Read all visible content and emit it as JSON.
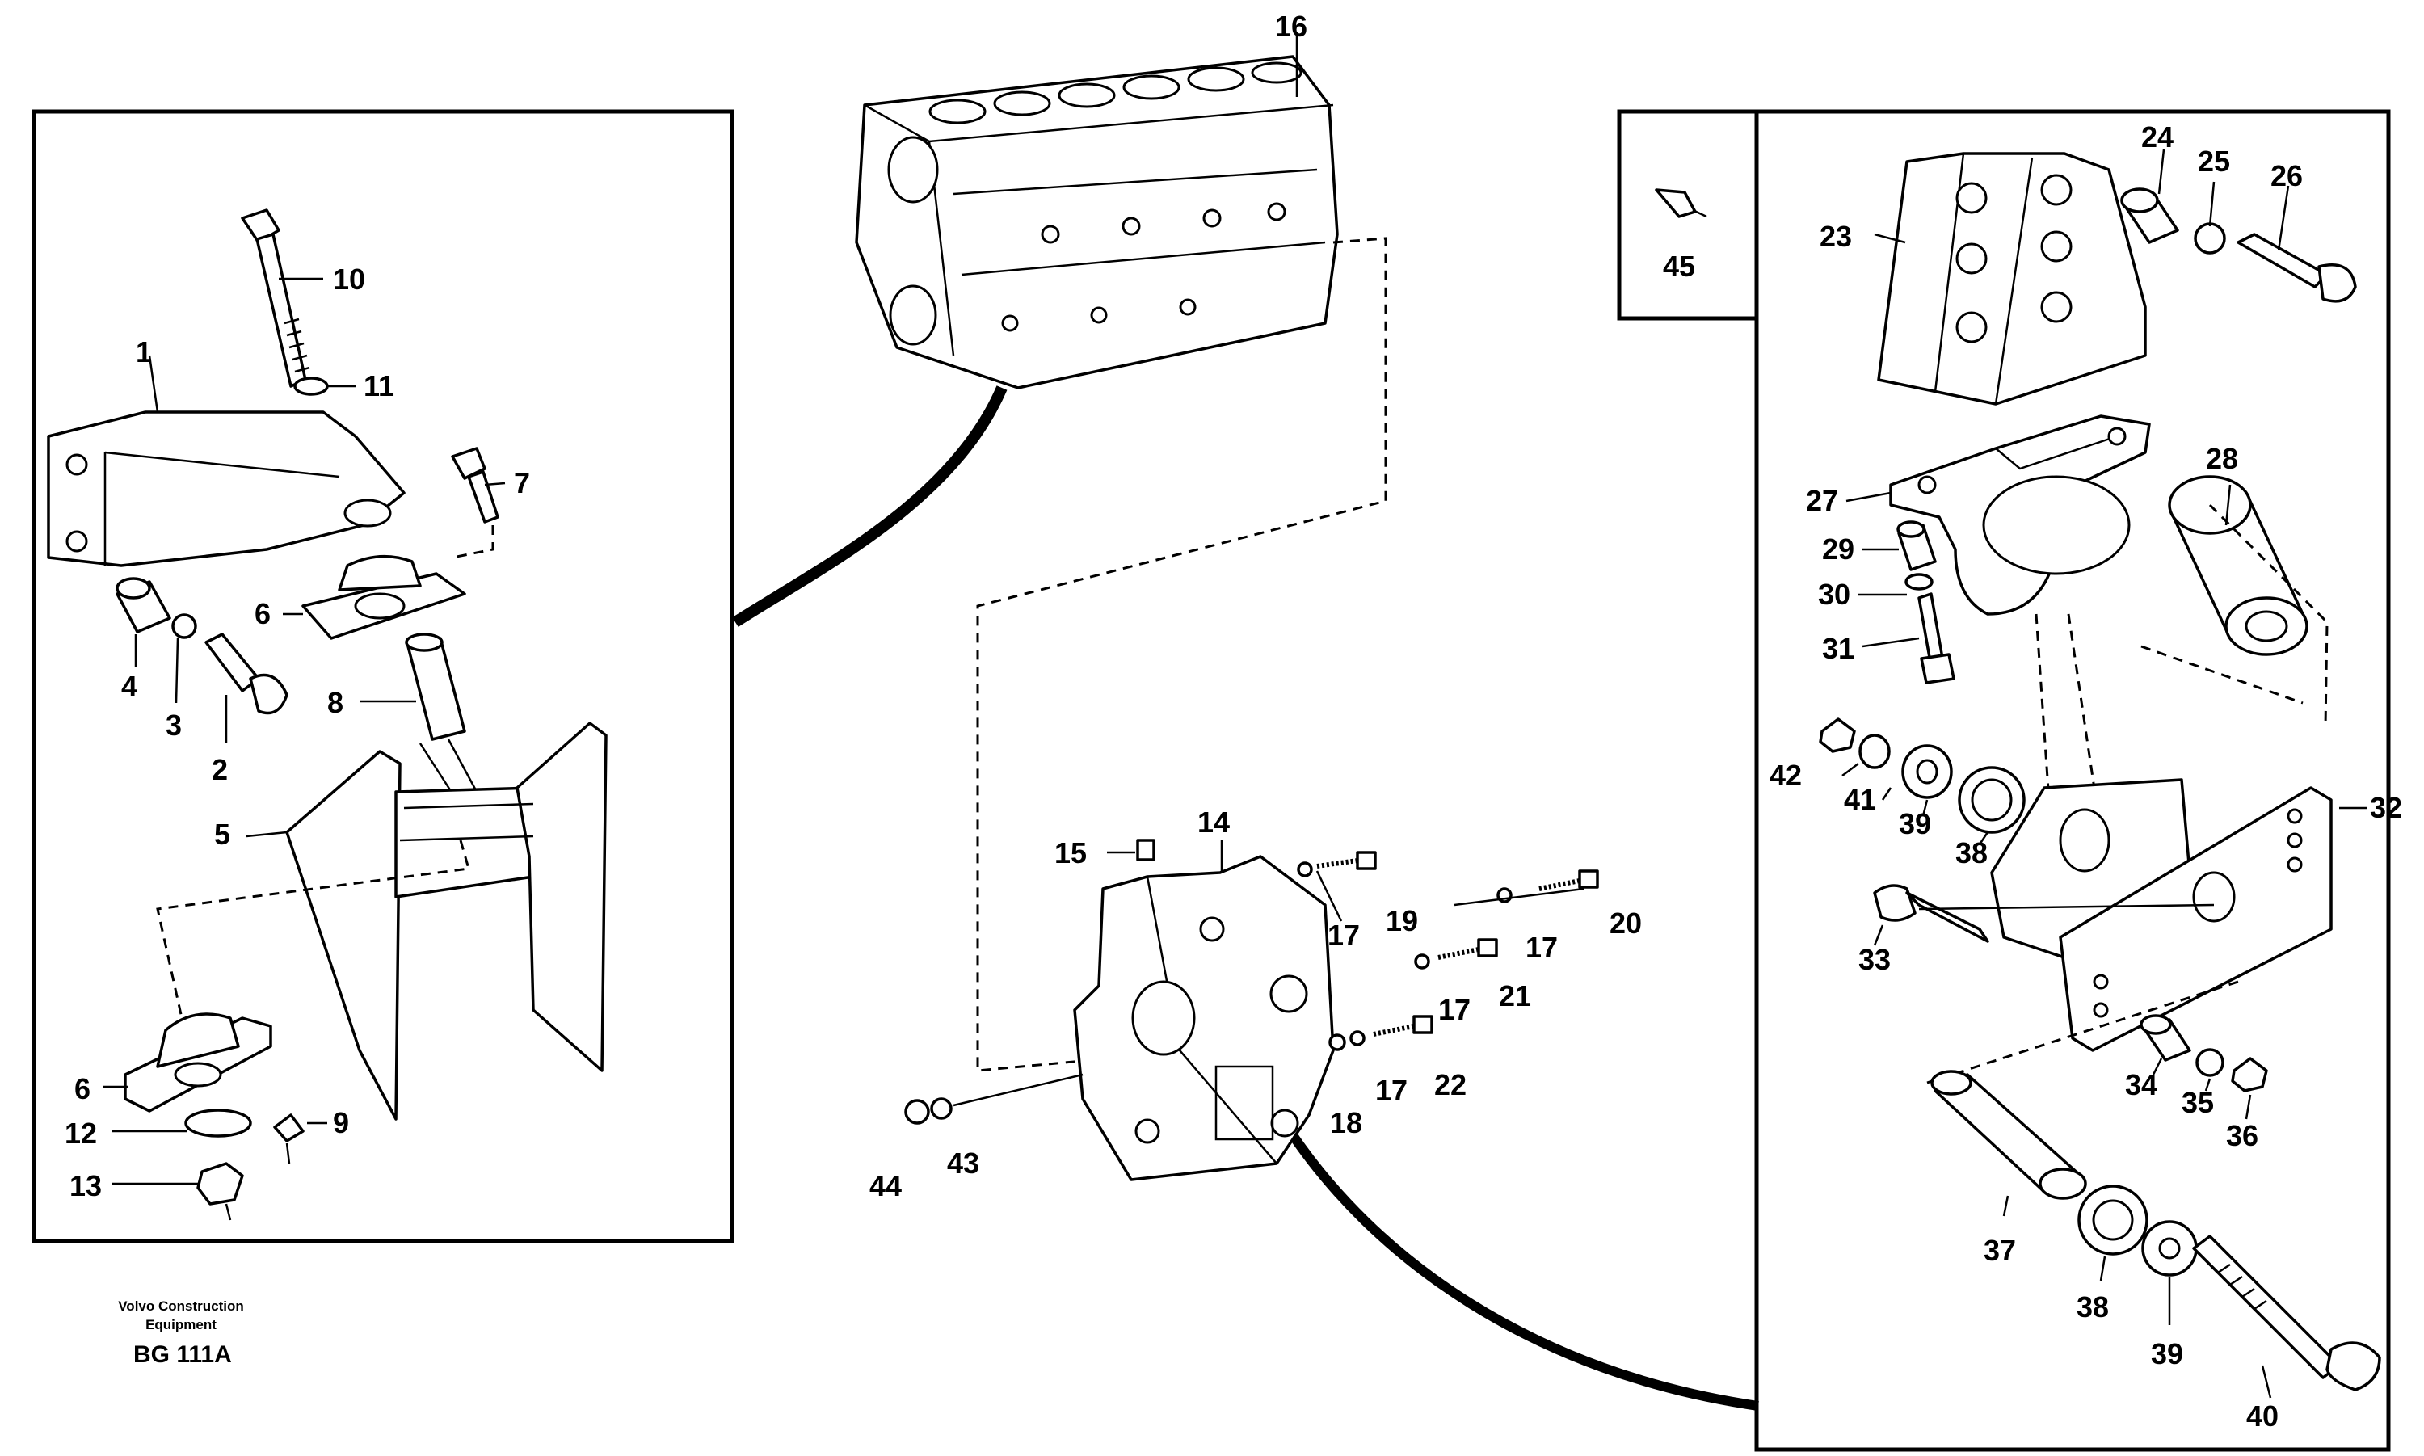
{
  "caption": {
    "company_line1": "Volvo Construction",
    "company_line2": "Equipment",
    "code": "BG 111A"
  },
  "part_numbers": {
    "p1": "1",
    "p2": "2",
    "p3": "3",
    "p4": "4",
    "p5": "5",
    "p6a": "6",
    "p6b": "6",
    "p7": "7",
    "p8": "8",
    "p9": "9",
    "p10": "10",
    "p11": "11",
    "p12": "12",
    "p13": "13",
    "p14": "14",
    "p15": "15",
    "p16": "16",
    "p17a": "17",
    "p17b": "17",
    "p17c": "17",
    "p17d": "17",
    "p18": "18",
    "p19": "19",
    "p20": "20",
    "p21": "21",
    "p22": "22",
    "p23": "23",
    "p24": "24",
    "p25": "25",
    "p26": "26",
    "p27": "27",
    "p28": "28",
    "p29": "29",
    "p30": "30",
    "p31": "31",
    "p32": "32",
    "p33": "33",
    "p34": "34",
    "p35": "35",
    "p36": "36",
    "p37": "37",
    "p38a": "38",
    "p38b": "38",
    "p39a": "39",
    "p39b": "39",
    "p40": "40",
    "p41": "41",
    "p42": "42",
    "p43": "43",
    "p44": "44",
    "p45": "45"
  },
  "colors": {
    "ink": "#000000",
    "paper": "#ffffff"
  }
}
